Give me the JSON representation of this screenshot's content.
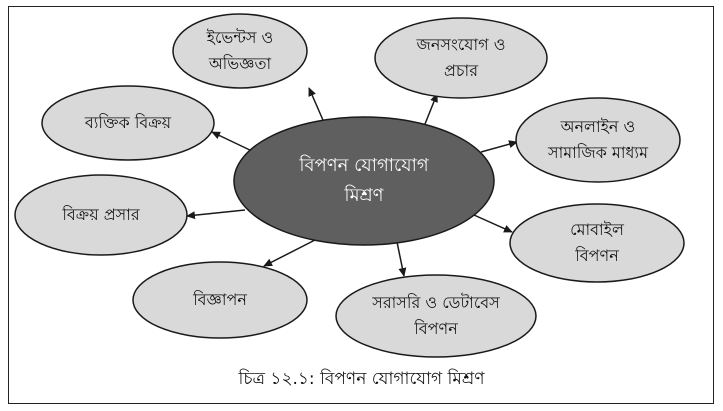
{
  "center": {
    "label": "বিপণন যোগাযোগ\nমিশ্রণ"
  },
  "nodes": [
    {
      "id": "events",
      "label": "ইভেন্টস ও\nঅভিজ্ঞতা"
    },
    {
      "id": "publicity",
      "label": "জনসংযোগ ও\nপ্রচার"
    },
    {
      "id": "online",
      "label": "অনলাইন ও\nসামাজিক মাধ্যম"
    },
    {
      "id": "mobile",
      "label": "মোবাইল\nবিপণন"
    },
    {
      "id": "direct",
      "label": "সরাসরি ও ডেটাবেস\nবিপণন"
    },
    {
      "id": "advertising",
      "label": "বিজ্ঞাপন"
    },
    {
      "id": "sales-promo",
      "label": "বিক্রয় প্রসার"
    },
    {
      "id": "personal-sell",
      "label": "ব্যক্তিক বিক্রয়"
    }
  ],
  "caption": "চিত্র ১২.১: বিপণন যোগাযোগ মিশ্রণ",
  "colors": {
    "center_fill": "#5f5f5f",
    "node_fill": "#d9d9d9",
    "outline": "#1a1a1a",
    "arrow": "#1a1a1a"
  }
}
